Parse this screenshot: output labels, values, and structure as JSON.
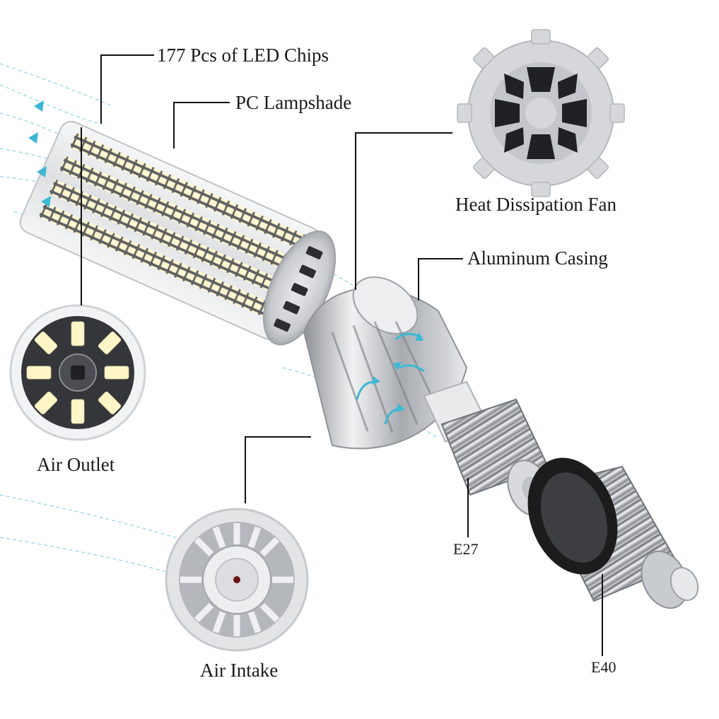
{
  "labels": {
    "led_chips": "177 Pcs of LED Chips",
    "lampshade": "PC Lampshade",
    "fan": "Heat Dissipation Fan",
    "casing": "Aluminum Casing",
    "air_outlet": "Air Outlet",
    "air_intake": "Air Intake",
    "e27": "E27",
    "e40": "E40"
  },
  "colors": {
    "airflow": "#3bb8d6",
    "label_text": "#1a1a1a",
    "leader_line": "#111111",
    "led_chip": "#fff6c8",
    "aluminum": "#c9ccd0",
    "rubber_ring": "#1c1c1c"
  }
}
